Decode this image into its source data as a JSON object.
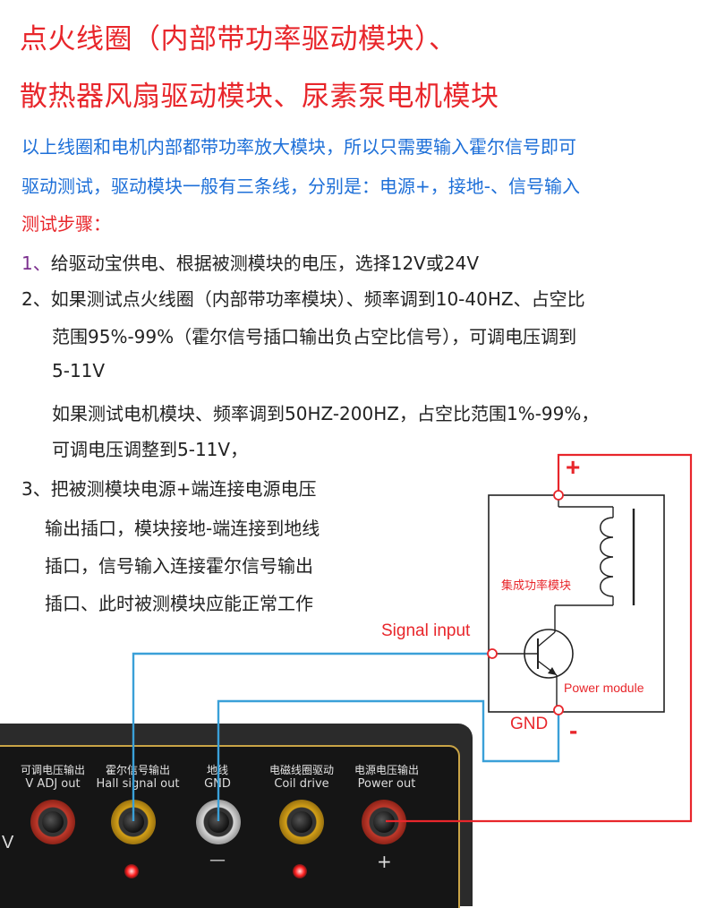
{
  "heading": {
    "line1": "点火线圈（内部带功率驱动模块）、",
    "line2": "散热器风扇驱动模块、尿素泵电机模块"
  },
  "intro": {
    "line1": "以上线圈和电机内部都带功率放大模块，所以只需要输入霍尔信号即可",
    "line2": "驱动测试，驱动模块一般有三条线，分别是：电源+，接地-、信号输入"
  },
  "steps_title": "测试步骤：",
  "step1": {
    "num": "1、",
    "text": "给驱动宝供电、根据被测模块的电压，选择12V或24V"
  },
  "step2": {
    "line1": "2、如果测试点火线圈（内部带功率模块）、频率调到10-40HZ、占空比",
    "line2": "范围95%-99%（霍尔信号插口输出负占空比信号），可调电压调到",
    "line3": "5-11V",
    "line4": "如果测试电机模块、频率调到50HZ-200HZ，占空比范围1%-99%，",
    "line5": "可调电压调整到5-11V，"
  },
  "step3": {
    "line1": "3、把被测模块电源+端连接电源电压",
    "line2": "输出插口，模块接地-端连接到地线",
    "line3": "插口，信号输入连接霍尔信号输出",
    "line4": "插口、此时被测模块应能正常工作"
  },
  "diagram": {
    "plus_label": "+",
    "minus_label": "-",
    "module_label_cn": "集成功率模块",
    "module_label_en": "Power module",
    "signal_label": "Signal input",
    "gnd_label": "GND",
    "wire_red": "#e8262b",
    "wire_blue": "#3aa0d8"
  },
  "panel": {
    "jacks": [
      {
        "cn": "可调电压输出",
        "en": "V ADJ out",
        "ring": "#c0392b"
      },
      {
        "cn": "霍尔信号输出",
        "en": "Hall signal out",
        "ring": "#d4a017"
      },
      {
        "cn": "地线",
        "en": "GND",
        "ring": "#cfcfcf"
      },
      {
        "cn": "电磁线圈驱动",
        "en": "Coil drive",
        "ring": "#d4a017"
      },
      {
        "cn": "电源电压输出",
        "en": "Power out",
        "ring": "#c0392b"
      }
    ],
    "edge_v": "V",
    "gnd_sign": "—",
    "power_sign": "+"
  }
}
